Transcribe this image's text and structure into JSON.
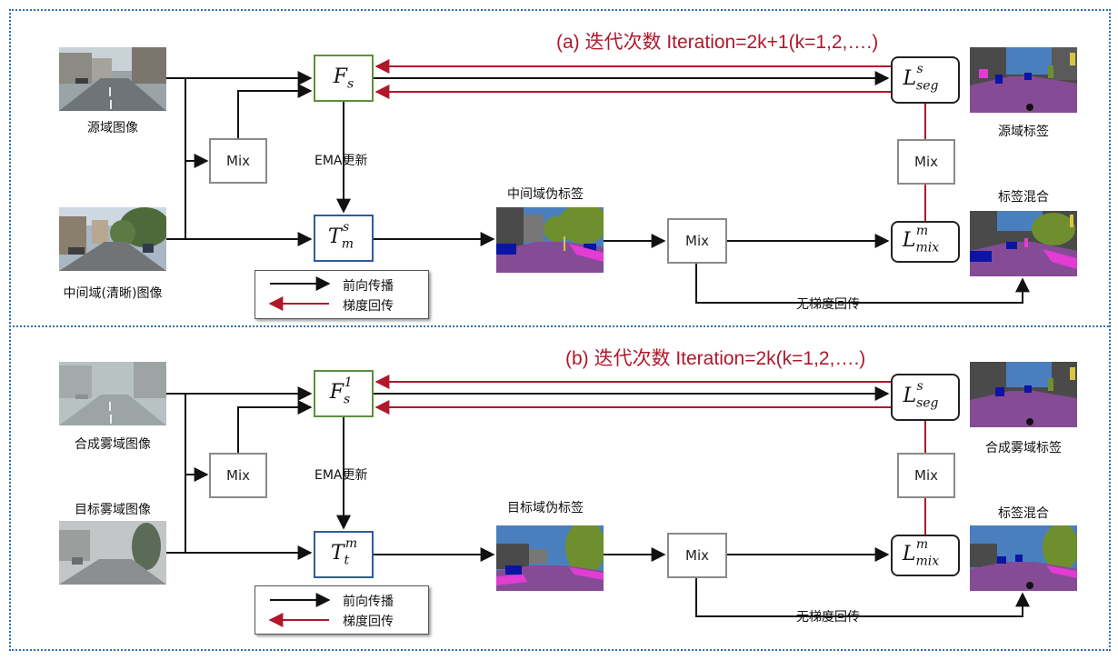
{
  "panel_a": {
    "title": "(a) 迭代次数 Iteration=2k+1(k=1,2,….)",
    "source_image_label": "源域图像",
    "intermediate_image_label": "中间域(清晰)图像",
    "mix_label": "Mix",
    "ema_label": "EMA更新",
    "student_base": "F",
    "student_sub": "s",
    "student_sup": "",
    "teacher_base": "T",
    "teacher_sub": "m",
    "teacher_sup": "s",
    "pseudo_label_caption": "中间域伪标签",
    "mix2_label": "Mix",
    "no_grad_label": "无梯度回传",
    "loss_seg_base": "L",
    "loss_seg_sub": "seg",
    "loss_seg_sup": "s",
    "loss_mix_base": "L",
    "loss_mix_sub": "mix",
    "loss_mix_sup": "m",
    "mix3_label": "Mix",
    "source_label_caption": "源域标签",
    "mixed_label_caption": "标签混合",
    "legend_forward": "前向传播",
    "legend_backward": "梯度回传"
  },
  "panel_b": {
    "title": "(b) 迭代次数 Iteration=2k(k=1,2,….)",
    "source_image_label": "合成雾域图像",
    "target_image_label": "目标雾域图像",
    "mix_label": "Mix",
    "ema_label": "EMA更新",
    "student_base": "F",
    "student_sub": "s",
    "student_sup": "1",
    "teacher_base": "T",
    "teacher_sub": "t",
    "teacher_sup": "m",
    "pseudo_label_caption": "目标域伪标签",
    "mix2_label": "Mix",
    "no_grad_label": "无梯度回传",
    "loss_seg_base": "L",
    "loss_seg_sub": "seg",
    "loss_seg_sup": "s",
    "loss_mix_base": "L",
    "loss_mix_sub": "mix",
    "loss_mix_sup": "m",
    "mix3_label": "Mix",
    "source_label_caption": "合成雾域标签",
    "mixed_label_caption": "标签混合",
    "legend_forward": "前向传播",
    "legend_backward": "梯度回传"
  },
  "colors": {
    "forward_arrow": "#111111",
    "backward_arrow": "#b0172b",
    "title_red": "#b0172b",
    "frame_dotted": "#2f6fae",
    "student_border": "#5e8f3a",
    "teacher_border": "#2e5b9c",
    "seg_purple": "#7a3a86",
    "seg_road_purple": "#864b95",
    "seg_sky": "#4a7fbf",
    "seg_veg": "#6f8f2e",
    "seg_magenta": "#e23cd3",
    "seg_blue_car": "#0a14a5",
    "seg_building": "#4a4a4a"
  }
}
